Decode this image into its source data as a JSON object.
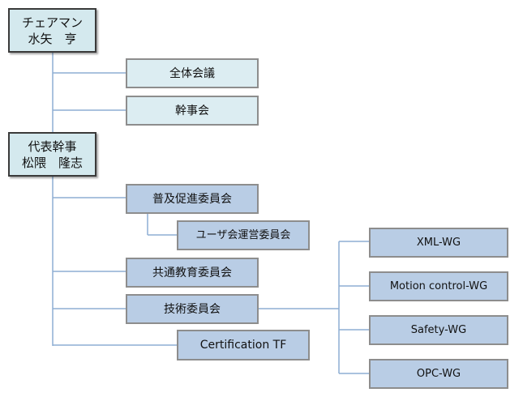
{
  "colors": {
    "connector": "#8eaed4",
    "lead_fill": "#d4e9ee",
    "light_fill": "#dcedf2",
    "blue_fill": "#b9cde5",
    "border": "#8d8d8d"
  },
  "chair": {
    "title": "チェアマン",
    "name": "水矢　亨"
  },
  "general_meeting": "全体会議",
  "secretariat": "幹事会",
  "rep_secretary": {
    "title": "代表幹事",
    "name": "松隈　隆志"
  },
  "promotion_committee": "普及促進委員会",
  "user_committee": "ユーザ会運営委員会",
  "education_committee": "共通教育委員会",
  "technical_committee": "技術委員会",
  "certification": "Certification TF",
  "working_groups": [
    "XML-WG",
    "Motion control-WG",
    "Safety-WG",
    "OPC-WG"
  ]
}
